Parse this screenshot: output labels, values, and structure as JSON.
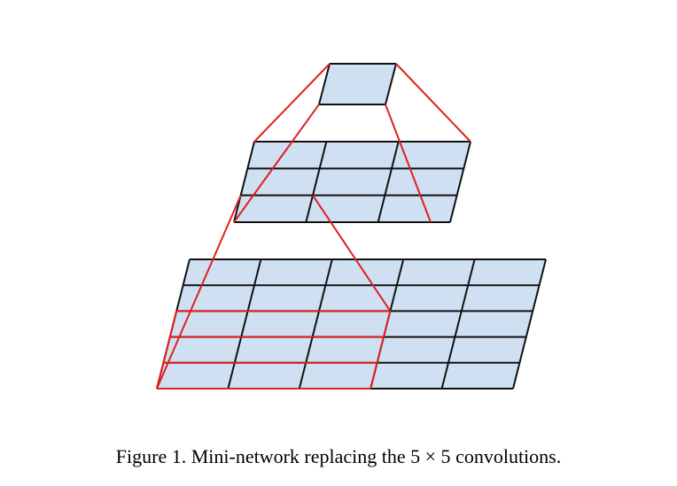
{
  "colors": {
    "cell_fill": "#cfe0f2",
    "grid_line": "#111111",
    "receptive_field": "#e0201f",
    "background": "#ffffff"
  },
  "diagram": {
    "layers": [
      {
        "name": "top-output",
        "rows": 1,
        "cols": 1
      },
      {
        "name": "middle-3x3",
        "rows": 3,
        "cols": 3
      },
      {
        "name": "bottom-5x5",
        "rows": 5,
        "cols": 5
      }
    ],
    "receptive_field_highlight": {
      "rows": 3,
      "cols": 3
    }
  },
  "caption": {
    "prefix": "Figure 1. Mini-network replacing the ",
    "math": "5 × 5",
    "suffix": " convolutions."
  }
}
